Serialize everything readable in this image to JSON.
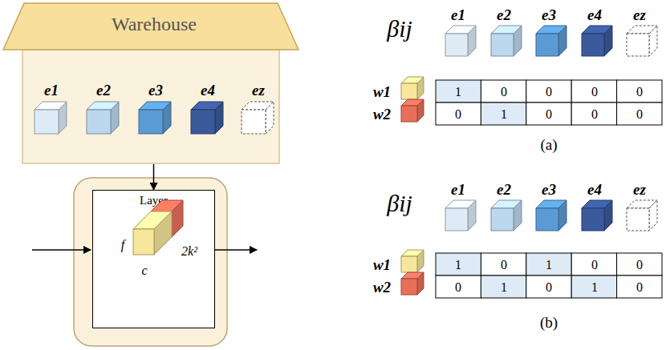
{
  "diagram": {
    "nodes": [
      {
        "text": [
          "Warehouse"
        ]
      },
      {
        "text": [
          "Layer"
        ]
      }
    ],
    "edges": [
      {
        "from": 0,
        "to": 1,
        "arrow": "to"
      }
    ],
    "labels": [
      "e1",
      "e2",
      "e3",
      "e4",
      "ez",
      "f",
      "c",
      "2k²",
      "βij",
      "e1",
      "e2",
      "e3",
      "e4",
      "ez",
      "w1",
      "w2",
      "1",
      "0",
      "0",
      "0",
      "0",
      "0",
      "1",
      "0",
      "0",
      "0",
      "(a)",
      "βij",
      "e1",
      "e2",
      "e3",
      "e4",
      "ez",
      "w1",
      "w2",
      "1",
      "0",
      "1",
      "0",
      "0",
      "0",
      "1",
      "0",
      "1",
      "0",
      "(b)"
    ]
  }
}
